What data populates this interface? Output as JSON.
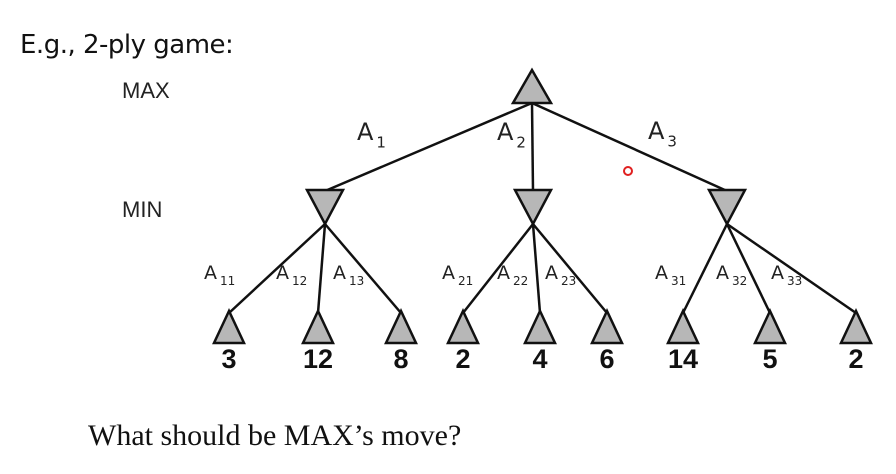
{
  "heading": "E.g., 2-ply game:",
  "levels": {
    "max": "MAX",
    "min": "MIN"
  },
  "question": "What should be MAX’s move?",
  "colors": {
    "node_fill": "#b7b7b7",
    "line": "#111111",
    "pointer": "#e02020"
  },
  "tree": {
    "root": {
      "type": "MAX",
      "shape": "triangle-up"
    },
    "moves": [
      {
        "label": "A",
        "sub": "1",
        "min_node": "triangle-down",
        "replies": [
          {
            "label": "A",
            "sub": "11",
            "value": "3"
          },
          {
            "label": "A",
            "sub": "12",
            "value": "12"
          },
          {
            "label": "A",
            "sub": "13",
            "value": "8"
          }
        ]
      },
      {
        "label": "A",
        "sub": "2",
        "min_node": "triangle-down",
        "replies": [
          {
            "label": "A",
            "sub": "21",
            "value": "2"
          },
          {
            "label": "A",
            "sub": "22",
            "value": "4"
          },
          {
            "label": "A",
            "sub": "23",
            "value": "6"
          }
        ]
      },
      {
        "label": "A",
        "sub": "3",
        "min_node": "triangle-down",
        "replies": [
          {
            "label": "A",
            "sub": "31",
            "value": "14"
          },
          {
            "label": "A",
            "sub": "32",
            "value": "5"
          },
          {
            "label": "A",
            "sub": "33",
            "value": "2"
          }
        ]
      }
    ]
  }
}
